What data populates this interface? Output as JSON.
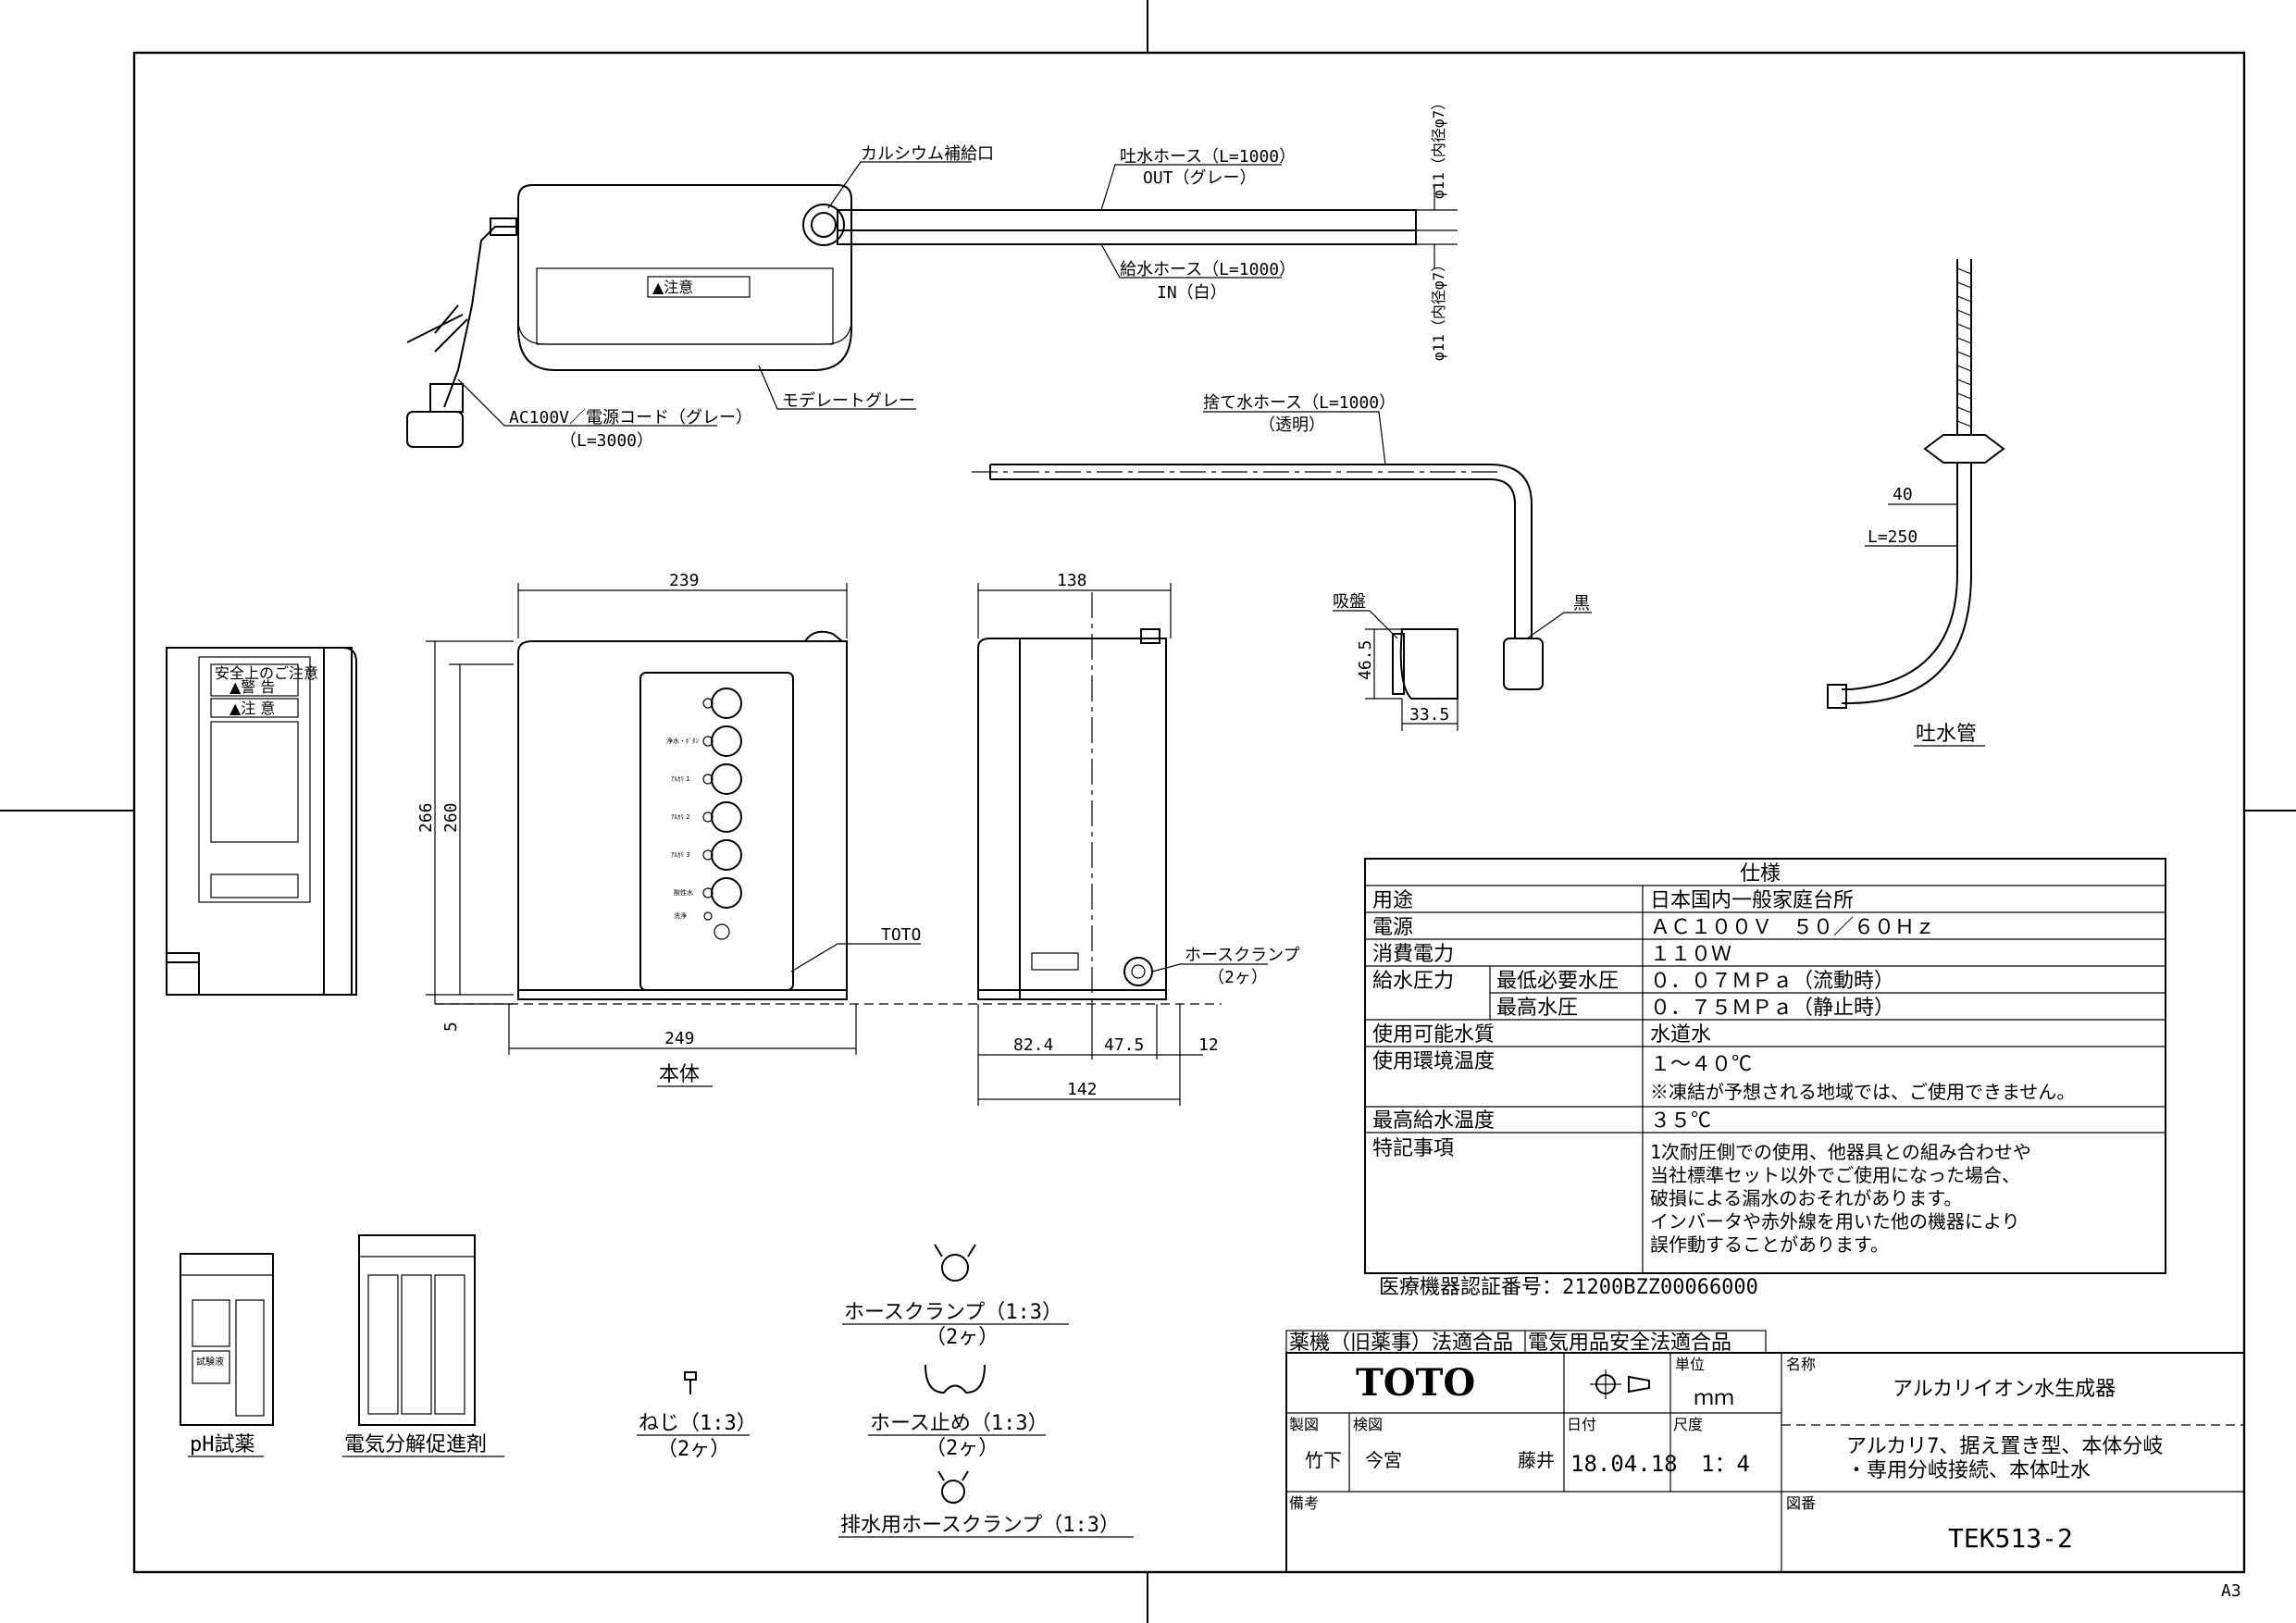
{
  "top_view": {
    "calcium_port": "カルシウム補給口",
    "out_hose": "吐水ホース（L=1000）",
    "out_hose_color": "OUT（グレー）",
    "in_hose": "給水ホース（L=1000）",
    "in_hose_color": "IN（白）",
    "dia_top": "φ11（内径φ7）",
    "dia_bottom": "φ11（内径φ7）",
    "power_cord": "AC100V／電源コード（グレー）",
    "power_cord_length": "（L=3000）",
    "body_color": "モデレートグレー",
    "label_small": "▲注意"
  },
  "waste_hose": {
    "label": "捨て水ホース（L=1000）",
    "sub": "（透明）",
    "suction": "吸盤",
    "black": "黒",
    "dim_height": "46.5",
    "dim_width": "33.5"
  },
  "spout": {
    "dim_40": "40",
    "dim_l": "L=250",
    "caption": "吐水管"
  },
  "front_view": {
    "dim_top": "239",
    "dim_bottom": "249",
    "dim_h_outer": "266",
    "dim_h_inner": "260",
    "dim_foot": "5",
    "logo": "TOTO",
    "caption": "本体",
    "panel_labels": [
      "",
      "浄水・ﾎﾞﾀﾝ",
      "ｱﾙｶﾘ 1",
      "ｱﾙｶﾘ 2",
      "ｱﾙｶﾘ 3",
      "酸性水",
      "洗浄"
    ],
    "side_label_1": "安全上のご注意",
    "side_label_2": "▲警 告",
    "side_label_3": "▲注 意"
  },
  "side_view": {
    "dim_top": "138",
    "dim_a": "82.4",
    "dim_b": "47.5",
    "dim_c": "12",
    "dim_total": "142",
    "clamp": "ホースクランプ",
    "clamp_qty": "（2ヶ）"
  },
  "spec_table": {
    "title": "仕様",
    "rows": [
      {
        "k1": "用途",
        "k2": "",
        "v": "日本国内一般家庭台所"
      },
      {
        "k1": "電源",
        "k2": "",
        "v": "ＡＣ１００Ｖ　５０／６０Ｈｚ"
      },
      {
        "k1": "消費電力",
        "k2": "",
        "v": "１１０Ｗ"
      },
      {
        "k1": "給水圧力",
        "k2": "最低必要水圧",
        "v": "０．０７ＭＰａ（流動時）"
      },
      {
        "k1": "",
        "k2": "最高水圧",
        "v": "０．７５ＭＰａ（静止時）"
      },
      {
        "k1": "使用可能水質",
        "k2": "",
        "v": "水道水"
      },
      {
        "k1": "使用環境温度",
        "k2": "",
        "v": "１～４０℃"
      },
      {
        "k1": "",
        "k2": "",
        "v": "※凍結が予想される地域では、ご使用できません。"
      },
      {
        "k1": "最高給水温度",
        "k2": "",
        "v": "３５℃"
      }
    ],
    "notes_key": "特記事項",
    "notes": [
      "1次耐圧側での使用、他器具との組み合わせや",
      "当社標準セット以外でご使用になった場合、",
      "破損による漏水のおそれがあります。",
      "インバータや赤外線を用いた他の機器により",
      "誤作動することがあります。"
    ],
    "cert": "医療機器認証番号：21200BZZ00066000"
  },
  "accessories": {
    "ph": "pH試薬",
    "ph_box_label": "試験液",
    "electro": "電気分解促進剤",
    "screw": "ねじ（1:3）",
    "screw_qty": "（2ヶ）",
    "clamp": "ホースクランプ（1:3）",
    "clamp_qty": "（2ヶ）",
    "stopper": "ホース止め（1:3）",
    "stopper_qty": "（2ヶ）",
    "drain_clamp": "排水用ホースクランプ（1:3）"
  },
  "title_block": {
    "compliance_1": "薬機（旧薬事）法適合品",
    "compliance_2": "電気用品安全法適合品",
    "company": "TOTO",
    "unit_label": "単位",
    "unit": "ｍｍ",
    "name_label": "名称",
    "name": "アルカリイオン水生成器",
    "drawn_label": "製図",
    "drawn": "竹下",
    "checked_label": "検図",
    "checked_1": "今宮",
    "checked_2": "藤井",
    "date_label": "日付",
    "date": "18.04.18",
    "scale_label": "尺度",
    "scale": "1：4",
    "desc_1": "アルカリ7、据え置き型、本体分岐",
    "desc_2": "・専用分岐接続、本体吐水",
    "remarks_label": "備考",
    "drawing_no_label": "図番",
    "drawing_no": "TEK513-2",
    "sheet": "A3"
  },
  "icon": "projection-symbol-icon"
}
